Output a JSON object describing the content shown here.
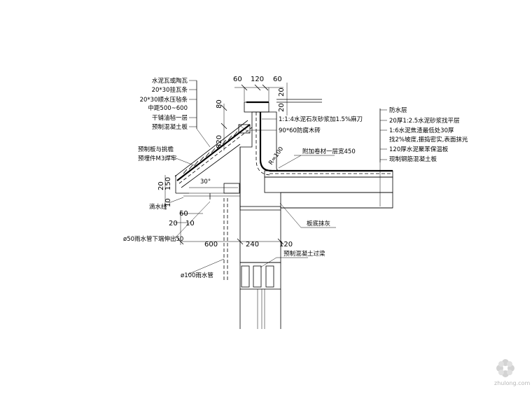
{
  "left_labels": [
    "水泥瓦或陶瓦",
    "20*30挂瓦条",
    "20*30顺水压毡条",
    "中距500~600",
    "干铺油毡一层",
    "预制混凝土板"
  ],
  "left_labels_2": [
    "预制板与挑檐",
    "预埋件M3焊牢"
  ],
  "drip_label": "滴水线",
  "downpipe_label": "ø50雨水管下端伸出50",
  "pipe_label": "ø100雨水管",
  "right_labels": [
    "防水层",
    "20厚1:2.5水泥砂浆找平层",
    "1:6水泥焦渣最低处30厚",
    "找2%坡度,振捣密实,表面抹光",
    "120厚水泥聚苯保温板",
    "现制钢筋混凝土板"
  ],
  "mortar_label": "1:1:4水泥石灰砂浆加1.5%麻刀",
  "wood_brick_label": "90*60防腐木砖",
  "radius_label": "R=100",
  "extra_layer_label": "附加卷材一层宽450",
  "ceiling_label": "板底抹灰",
  "lintel_label": "预制混凝土过梁",
  "angle_label": "30°",
  "dims": {
    "top_60a": "60",
    "top_120": "120",
    "top_60b": "60",
    "v20a": "20",
    "v20b": "20",
    "v80": "80",
    "v820": "820",
    "v150": "150",
    "v20c": "20",
    "v10": "10",
    "h60": "60",
    "h20": "20",
    "h10": "10",
    "h600": "600",
    "h240": "240",
    "h120": "120"
  },
  "watermark": "zhulong.com"
}
